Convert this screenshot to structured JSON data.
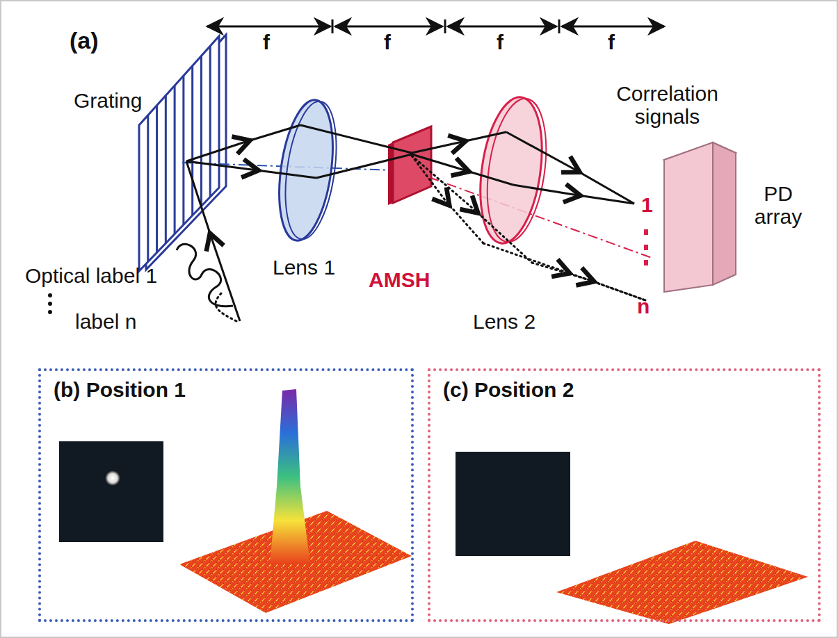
{
  "diagram": {
    "nodes": [
      {
        "text": [
          "(b) Position 1"
        ]
      },
      {
        "text": [
          "(c) Position 2"
        ]
      }
    ],
    "labels": [
      "(a)",
      "f",
      "f",
      "f",
      "f",
      "Grating",
      "Optical label 1",
      "label n",
      "Lens 1",
      "AMSH",
      "Lens 2",
      "Correlation signals",
      "1",
      "n",
      "PD array"
    ]
  }
}
